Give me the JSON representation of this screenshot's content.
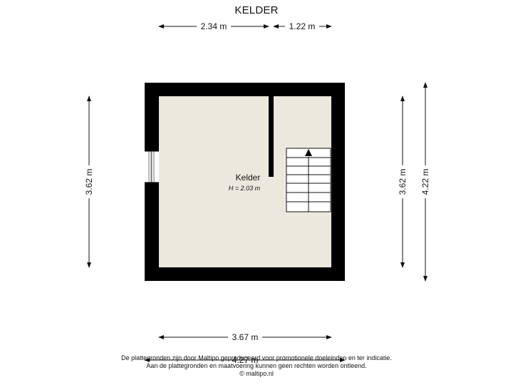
{
  "floor": {
    "title": "KELDER"
  },
  "dimensions": {
    "top_left": "2.34 m",
    "top_right": "1.22 m",
    "left": "3.62 m",
    "right_inner": "3.62 m",
    "right_outer": "4.22 m",
    "bottom_inner": "3.67 m",
    "bottom_outer": "4.27 m"
  },
  "room": {
    "name": "Kelder",
    "height": "H = 2.03 m"
  },
  "colors": {
    "wall": "#000000",
    "floor": "#ece8de",
    "line": "#111111"
  },
  "icons": {
    "stair_direction": "arrow-up-icon",
    "window": "window-icon"
  },
  "disclaimer": {
    "line1": "De plattegronden zijn door Maltipo geproduceerd voor promotionele doeleinden en ter indicatie.",
    "line2": "Aan de plattegronden en maatvoering kunnen geen rechten worden ontleend.",
    "line3": "© maltipo.nl"
  }
}
